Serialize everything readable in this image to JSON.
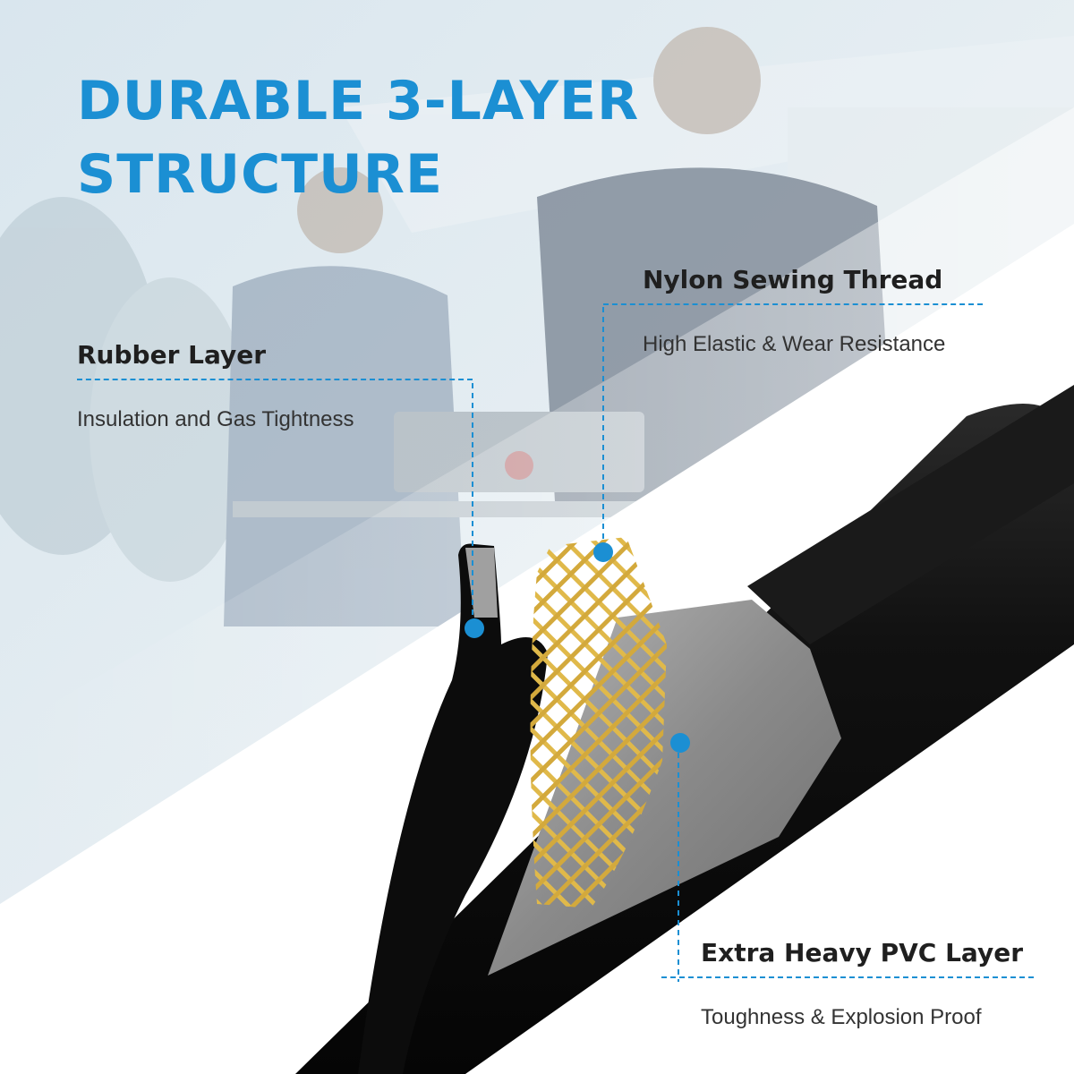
{
  "headline": {
    "line1": "DURABLE 3-LAYER",
    "line2": "STRUCTURE"
  },
  "callouts": {
    "rubber": {
      "title": "Rubber Layer",
      "description": "Insulation and Gas Tightness"
    },
    "nylon": {
      "title": "Nylon Sewing Thread",
      "description": "High Elastic & Wear Resistance"
    },
    "pvc": {
      "title": "Extra Heavy PVC Layer",
      "description": "Toughness & Explosion Proof"
    }
  },
  "colors": {
    "accent": "#1b8fd3",
    "hose": "#0f0f0f",
    "mesh": "#e0b94a",
    "inner_tube": "#8d8d8d"
  }
}
